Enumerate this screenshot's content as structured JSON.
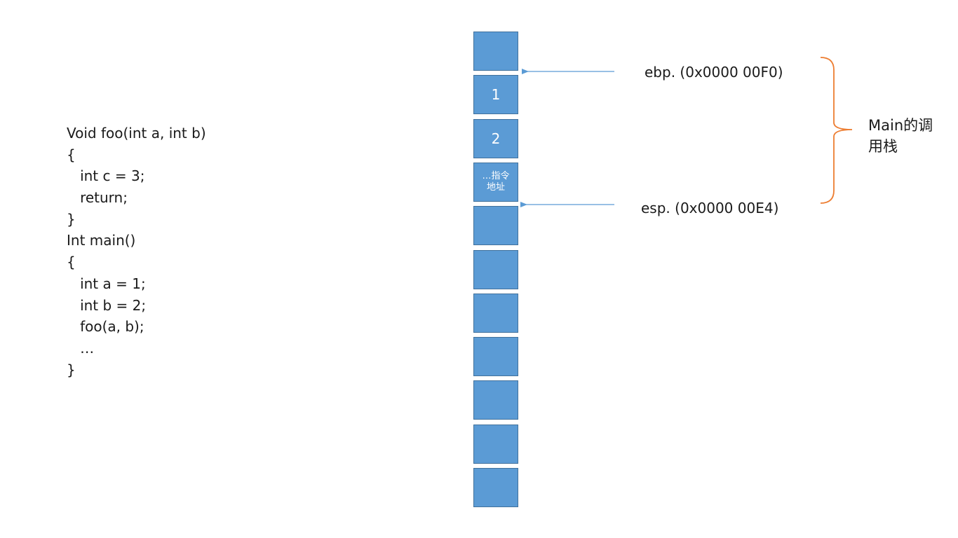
{
  "code": {
    "lines": [
      "Void foo(int a, int b)",
      "{",
      "   int c = 3;",
      "   return;",
      "}",
      "Int main()",
      "{",
      "   int a = 1;",
      "   int b = 2;",
      "   foo(a, b);",
      "   …",
      "}"
    ]
  },
  "stack": {
    "cells": [
      "",
      "1",
      "2",
      "…指令\n地址",
      "",
      "",
      "",
      "",
      "",
      "",
      ""
    ]
  },
  "pointers": {
    "ebp": "ebp. (0x0000 00F0)",
    "esp": "esp. (0x0000 00E4)"
  },
  "brace": {
    "label": "Main的调用栈"
  },
  "colors": {
    "cell_fill": "#5b9bd5",
    "cell_border": "#41719c",
    "arrow": "#5b9bd5",
    "brace": "#ed7d31"
  }
}
